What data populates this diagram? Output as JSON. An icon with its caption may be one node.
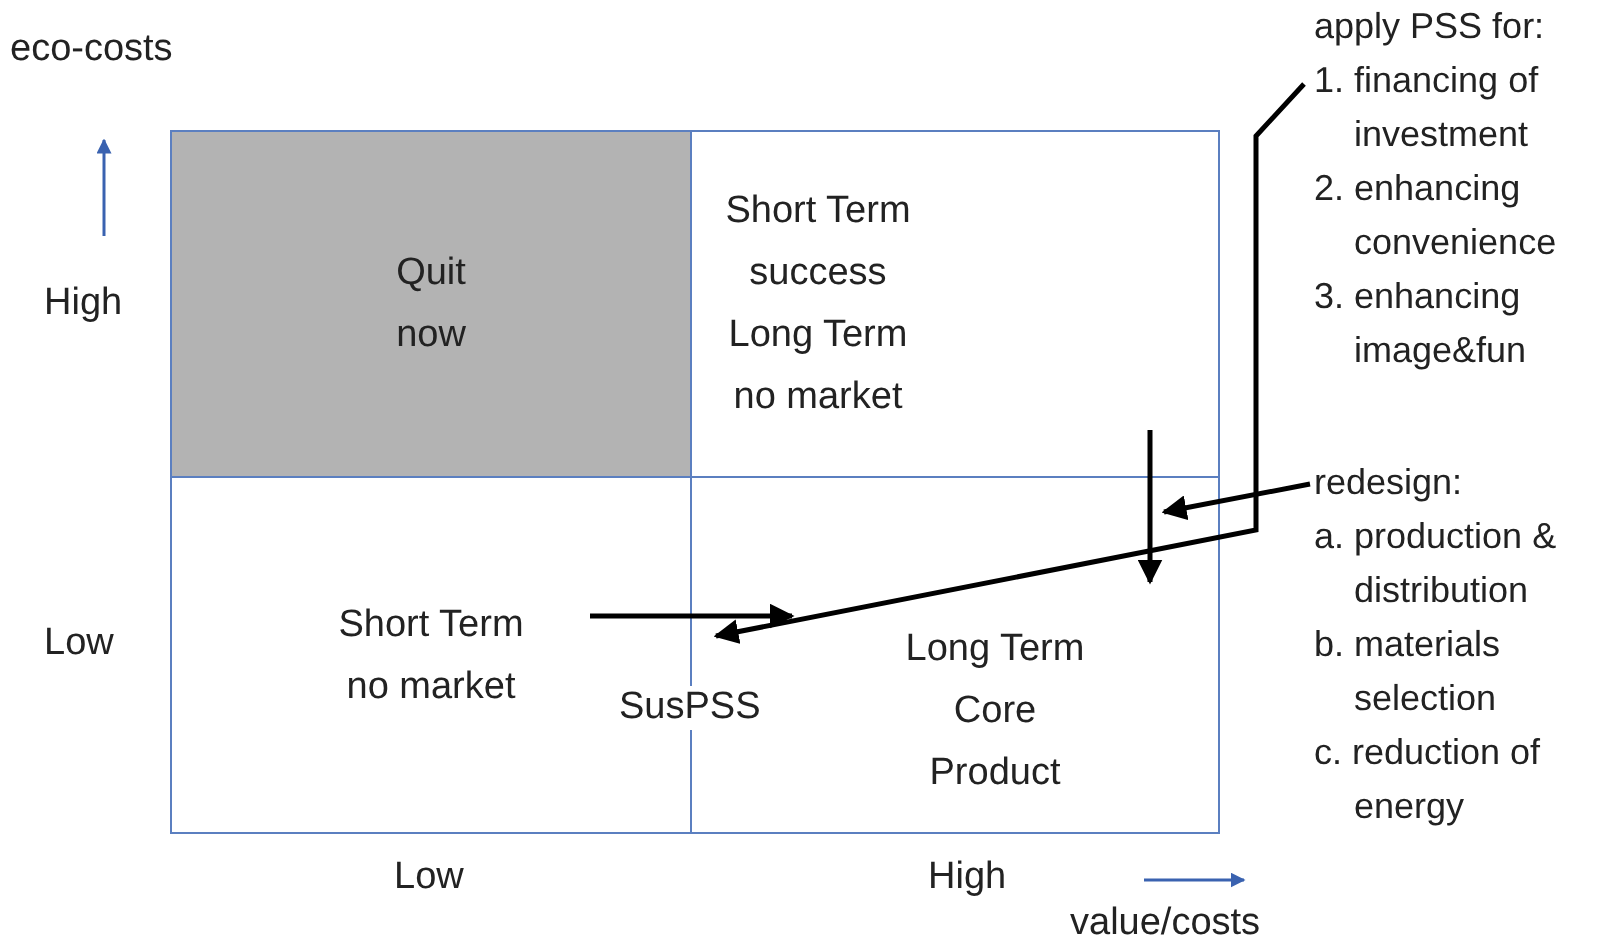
{
  "diagram": {
    "nodes": [
      {
        "text": [
          "Quit now"
        ]
      },
      {
        "text": [
          "Short Term success Long Term no market"
        ]
      },
      {
        "text": [
          "Short Term no market"
        ]
      },
      {
        "text": [
          "Long Term Core Product"
        ]
      },
      {
        "text": [
          "apply PSS for:",
          "1. financing of investment",
          "2. enhancing convenience",
          "3. enhancing image&fun"
        ]
      },
      {
        "text": [
          "redesign:",
          "a. production & distribution",
          "b. materials selection",
          "c. reduction of energy"
        ]
      }
    ],
    "edges": [
      {
        "from": 4,
        "to": 3,
        "arrow": "to"
      },
      {
        "from": 2,
        "to": 3,
        "arrow": "to",
        "label": "SusPSS"
      },
      {
        "from": 1,
        "to": 3,
        "arrow": "to"
      },
      {
        "from": 5,
        "to": 3,
        "arrow": "to"
      }
    ],
    "labels": [
      "eco-costs",
      "High",
      "Low",
      "Low",
      "High",
      "value/costs"
    ]
  }
}
